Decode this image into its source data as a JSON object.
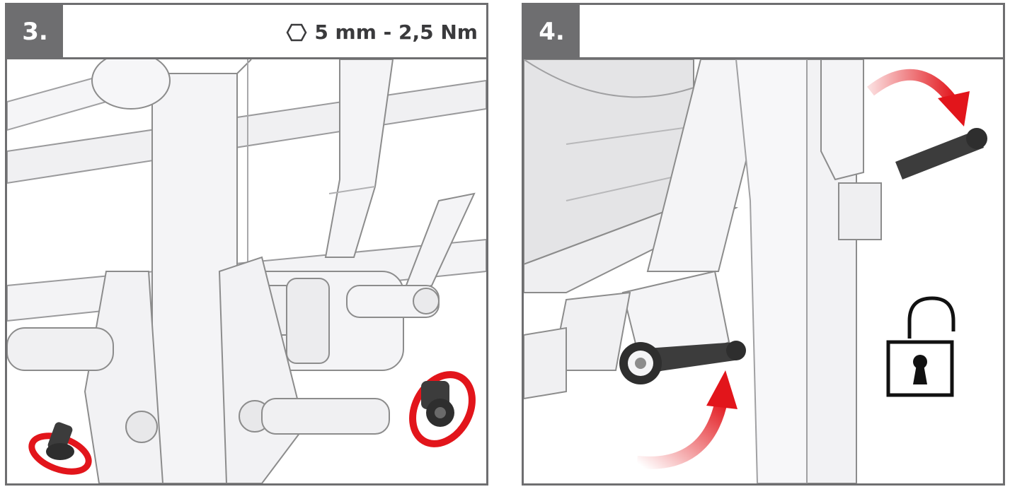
{
  "steps": [
    {
      "number": "3.",
      "spec_text": "5 mm - 2,5 Nm",
      "spec_icon": "hexagon-icon"
    },
    {
      "number": "4.",
      "spec_text": "",
      "spec_icon": ""
    }
  ],
  "colors": {
    "frame": "#6e6e70",
    "arrow_red": "#e2151b",
    "lever_dark": "#3c3c3c",
    "line_art": "#8c8c8c"
  },
  "icons": [
    "hexagon-icon",
    "rotation-arrow-icon",
    "unlocked-padlock-icon"
  ]
}
